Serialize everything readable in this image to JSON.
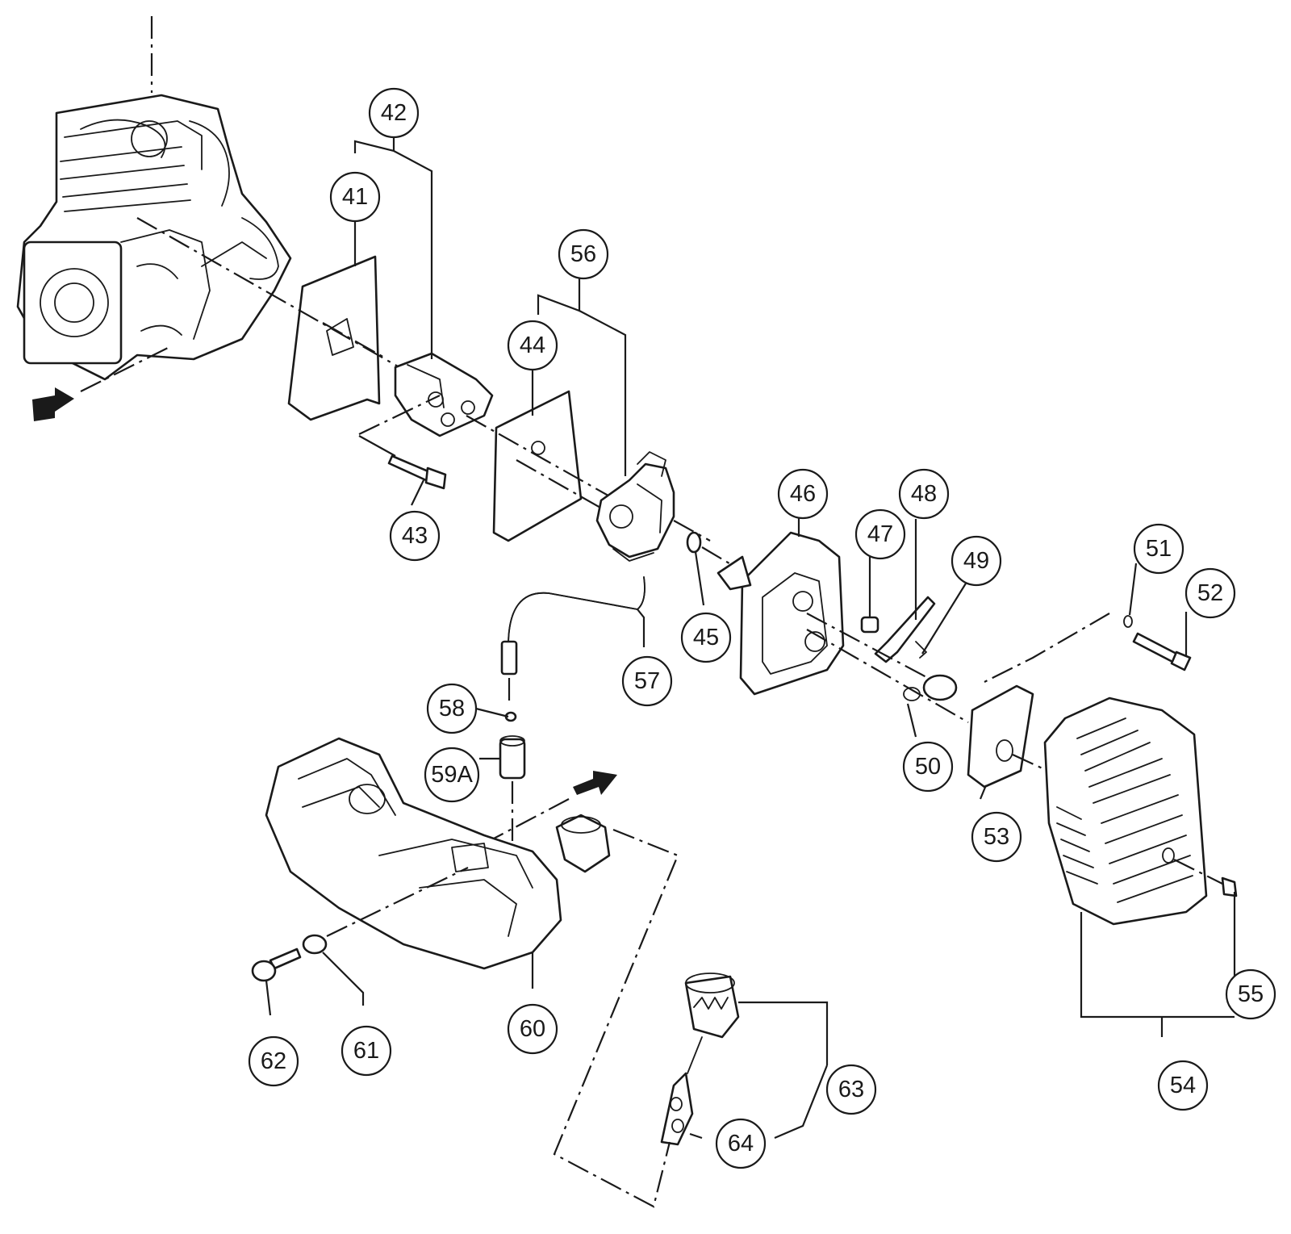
{
  "callouts": [
    {
      "id": "c41",
      "label": "41"
    },
    {
      "id": "c42",
      "label": "42"
    },
    {
      "id": "c43",
      "label": "43"
    },
    {
      "id": "c44",
      "label": "44"
    },
    {
      "id": "c45",
      "label": "45"
    },
    {
      "id": "c46",
      "label": "46"
    },
    {
      "id": "c47",
      "label": "47"
    },
    {
      "id": "c48",
      "label": "48"
    },
    {
      "id": "c49",
      "label": "49"
    },
    {
      "id": "c50",
      "label": "50"
    },
    {
      "id": "c51",
      "label": "51"
    },
    {
      "id": "c52",
      "label": "52"
    },
    {
      "id": "c53",
      "label": "53"
    },
    {
      "id": "c54",
      "label": "54"
    },
    {
      "id": "c55",
      "label": "55"
    },
    {
      "id": "c56",
      "label": "56"
    },
    {
      "id": "c57",
      "label": "57"
    },
    {
      "id": "c58",
      "label": "58"
    },
    {
      "id": "c59a",
      "label": "59A"
    },
    {
      "id": "c60",
      "label": "60"
    },
    {
      "id": "c61",
      "label": "61"
    },
    {
      "id": "c62",
      "label": "62"
    },
    {
      "id": "c63",
      "label": "63"
    },
    {
      "id": "c64",
      "label": "64"
    }
  ]
}
